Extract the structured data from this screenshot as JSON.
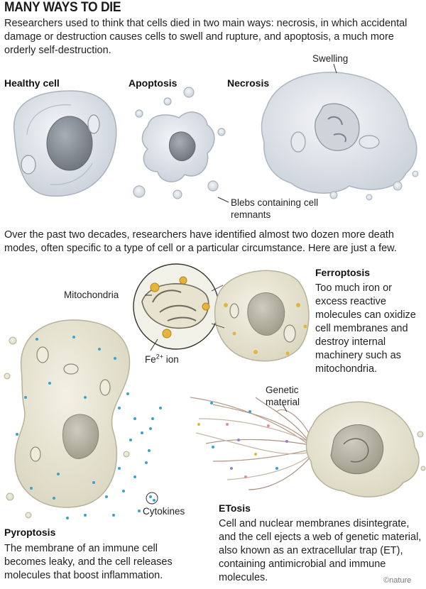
{
  "title": "MANY WAYS TO DIE",
  "intro": "Researchers used to think that cells died in two main ways: necrosis, in which accidental damage or destruction causes cells to swell and rupture, and apoptosis, a much more orderly self-destruction.",
  "cells": {
    "healthy": "Healthy cell",
    "apoptosis": "Apoptosis",
    "necrosis": "Necrosis"
  },
  "labels": {
    "swelling": "Swelling",
    "blebs": "Blebs containing cell remnants",
    "mitochondria": "Mitochondria",
    "fe_base": "Fe",
    "fe_sup": "2+",
    "fe_suffix": " ion",
    "genetic_material": "Genetic material",
    "cytokines": "Cytokines"
  },
  "middle": "Over the past two decades, researchers have identified almost two dozen more death modes, often specific to a type of cell or a particular circumstance. Here are just a few.",
  "ferroptosis": {
    "heading": "Ferroptosis",
    "text": "Too much iron or excess reactive molecules can oxidize cell membranes and destroy internal machinery such as mitochondria."
  },
  "pyroptosis": {
    "heading": "Pyroptosis",
    "text": "The membrane of an immune cell becomes leaky, and the cell releases molecules that boost inflammation."
  },
  "etosis": {
    "heading": "ETosis",
    "text": "Cell and nuclear membranes disintegrate, and the cell ejects a web of genetic material, also known as an extracellular trap (ET), containing antimicrobial and immune molecules."
  },
  "credit": "©nature",
  "colors": {
    "grey_cell": "#dde2e8",
    "grey_nucleus": "#8d949c",
    "beige_cell": "#e9e6d4",
    "beige_nucleus": "#b9b6a6",
    "iron": "#e5b43c",
    "cytokine": "#3aa3cc"
  }
}
